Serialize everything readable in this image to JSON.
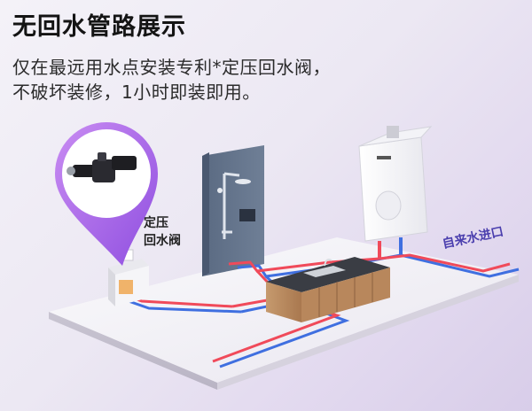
{
  "header": {
    "title": "无回水管路展示",
    "desc_line1": "仅在最远用水点安装专利*定压回水阀，",
    "desc_line2": "不破坏装修，1小时即装即用。"
  },
  "callouts": {
    "valve_label_line1": "定压",
    "valve_label_line2": "回水阀",
    "inlet_label": "自来水进口"
  },
  "colors": {
    "hot_pipe": "#f04a5a",
    "cold_pipe": "#3f6fe0",
    "pin": "#b16ce8",
    "inlet_text": "#4b3fae"
  }
}
